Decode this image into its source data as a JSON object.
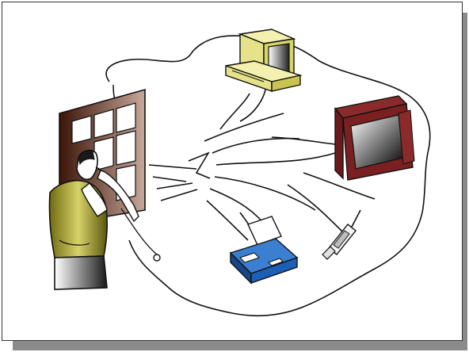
{
  "illustration": {
    "items": [
      "person-at-window",
      "desktop-computer",
      "television",
      "fax-printer",
      "mobile-phone"
    ]
  },
  "colors": {
    "outline": "#111111",
    "window_frame": "#6b2e1e",
    "vest": "#b5ad3a",
    "computer": "#e6e28a",
    "tv_body": "#7a2020",
    "printer": "#1d5fb5",
    "shadow": "#8a8a8a"
  }
}
